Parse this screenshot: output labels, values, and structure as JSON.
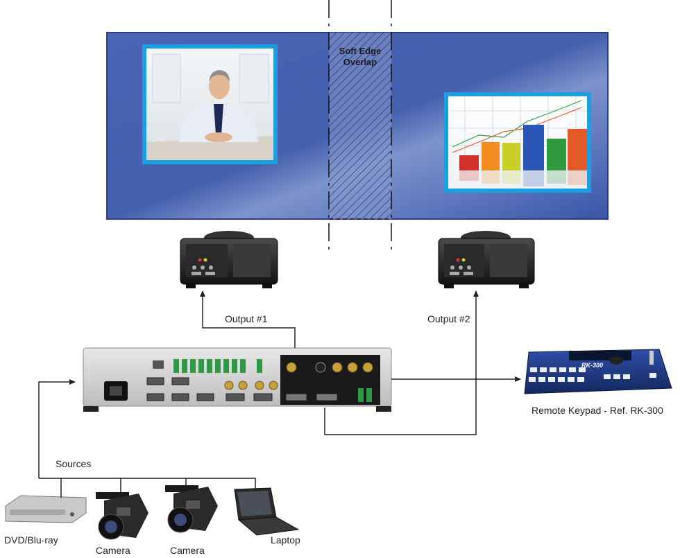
{
  "diagram": {
    "overlap_label_line1": "Soft Edge",
    "overlap_label_line2": "Overlap",
    "output1_label": "Output #1",
    "output2_label": "Output #2",
    "keypad_label": "Remote Keypad - Ref. RK-300",
    "keypad_model_text": "RK-300",
    "sources_label": "Sources",
    "source_labels": {
      "dvd": "DVD/Blu-ray",
      "camera1": "Camera",
      "camera2": "Camera",
      "laptop": "Laptop"
    }
  },
  "colors": {
    "screen_blue": "#3d55a8",
    "frame_cyan": "#1aa0e0",
    "line": "#222222"
  }
}
